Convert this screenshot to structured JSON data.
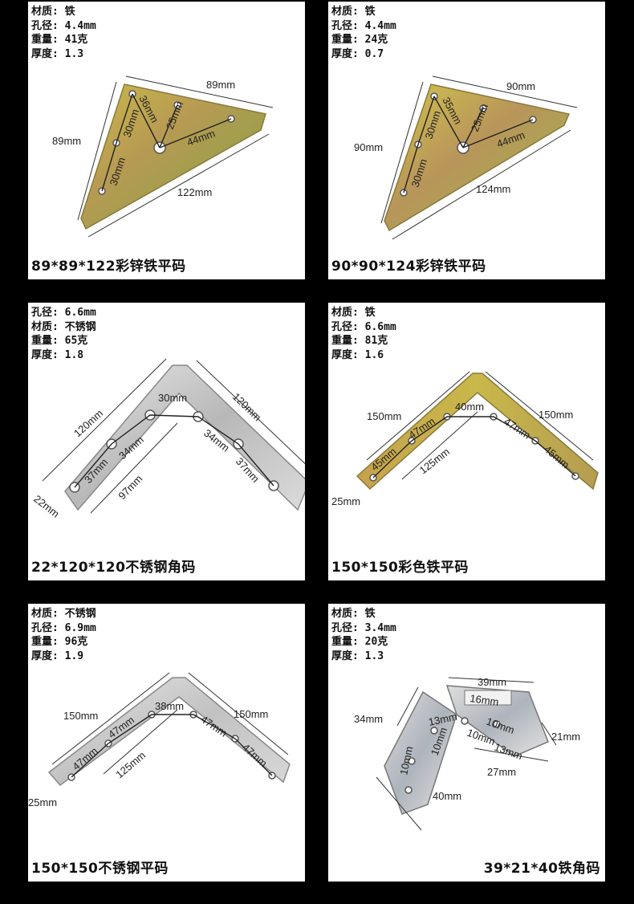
{
  "panels": [
    {
      "specs": [
        "材质: 铁",
        "孔径: 4.4mm",
        "重量: 41克",
        "厚度: 1.3"
      ],
      "caption": "89*89*122彩锌铁平码",
      "dims": {
        "top": "89mm",
        "left": "89mm",
        "hyp": "122mm",
        "a": "36mm",
        "b": "30mm",
        "c": "30mm",
        "d": "25mm",
        "e": "44mm"
      }
    },
    {
      "specs": [
        "材质: 铁",
        "孔径: 4.4mm",
        "重量: 24克",
        "厚度: 0.7"
      ],
      "caption": "90*90*124彩锌铁平码",
      "dims": {
        "top": "90mm",
        "left": "90mm",
        "hyp": "124mm",
        "a": "35mm",
        "b": "30mm",
        "c": "30mm",
        "d": "25mm",
        "e": "44mm"
      }
    },
    {
      "specs": [
        "孔径: 6.6mm",
        "材质: 不锈钢",
        "重量: 65克",
        "厚度: 1.8"
      ],
      "caption": "22*120*120不锈钢角码",
      "dims": {
        "left": "120mm",
        "right": "120mm",
        "top": "30mm",
        "inner": "97mm",
        "width": "22mm",
        "a": "34mm",
        "b": "37mm",
        "c": "34mm",
        "d": "37mm"
      }
    },
    {
      "specs": [
        "材质: 铁",
        "孔径: 6.6mm",
        "重量: 81克",
        "厚度: 1.6"
      ],
      "caption": "150*150彩色铁平码",
      "dims": {
        "left": "150mm",
        "right": "150mm",
        "top": "40mm",
        "inner": "125mm",
        "width": "25mm",
        "a": "47mm",
        "b": "45mm",
        "c": "47mm",
        "d": "45mm"
      }
    },
    {
      "specs": [
        "材质: 不锈钢",
        "孔径: 6.9mm",
        "重量: 96克",
        "厚度: 1.9"
      ],
      "caption": "150*150不锈钢平码",
      "dims": {
        "left": "150mm",
        "right": "150mm",
        "top": "38mm",
        "inner": "125mm",
        "width": "25mm",
        "a": "47mm",
        "b": "47mm",
        "c": "47mm",
        "d": "47mm"
      }
    },
    {
      "specs": [
        "材质: 铁",
        "孔径: 3.4mm",
        "重量: 20克",
        "厚度: 1.3"
      ],
      "caption": "39*21*40铁角码",
      "dims": {
        "w39": "39mm",
        "h34": "34mm",
        "d21": "21mm",
        "l27": "27mm",
        "l40": "40mm",
        "s16": "16mm",
        "s13a": "13mm",
        "s10a": "10mm",
        "s10b": "10mm",
        "s13b": "13mm",
        "s10c": "10mm",
        "s10d": "10mm"
      }
    }
  ]
}
